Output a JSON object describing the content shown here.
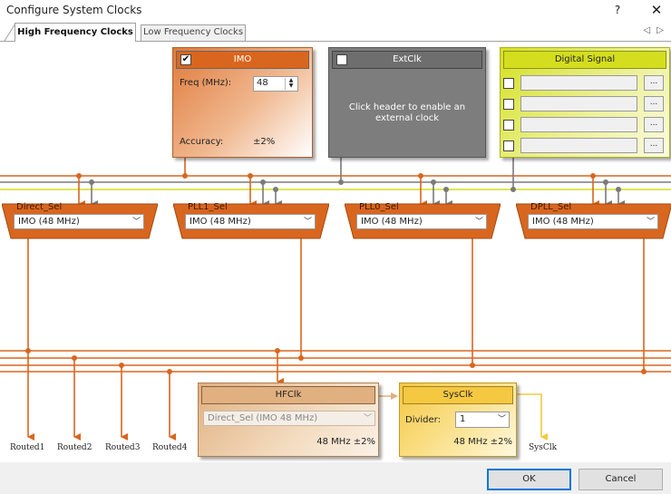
{
  "window": {
    "title": "Configure System Clocks",
    "help": "?",
    "close": "✕"
  },
  "tabs": [
    {
      "label": "High Frequency Clocks",
      "active": true
    },
    {
      "label": "Low Frequency Clocks",
      "active": false
    }
  ],
  "tab_scroll": "◁ ▷",
  "imo": {
    "title": "IMO",
    "checked": true,
    "check_mark": "✔",
    "freq_label": "Freq (MHz):",
    "freq_value": "48",
    "accuracy_label": "Accuracy:",
    "accuracy_value": "±2%"
  },
  "extclk": {
    "title": "ExtClk",
    "checked": false,
    "message_line1": "Click header to enable an",
    "message_line2": "external clock"
  },
  "digital_signal": {
    "title": "Digital Signal",
    "rows": 4,
    "browse_label": "..."
  },
  "muxes": [
    {
      "title": "Direct_Sel",
      "value": "IMO (48 MHz)"
    },
    {
      "title": "PLL1_Sel",
      "value": "IMO (48 MHz)"
    },
    {
      "title": "PLL0_Sel",
      "value": "IMO (48 MHz)"
    },
    {
      "title": "DPLL_Sel",
      "value": "IMO (48 MHz)"
    }
  ],
  "hfclk": {
    "title": "HFClk",
    "source": "Direct_Sel (IMO 48 MHz)",
    "freq": "48 MHz ±2%"
  },
  "sysclk": {
    "title": "SysClk",
    "divider_label": "Divider:",
    "divider_value": "1",
    "freq": "48 MHz ±2%",
    "output_label": "SysClk"
  },
  "routed": [
    "Routed1",
    "Routed2",
    "Routed3",
    "Routed4"
  ],
  "buttons": {
    "ok": "OK",
    "cancel": "Cancel"
  },
  "colors": {
    "orange": "#d9661f",
    "gray_line": "#7a7a7a",
    "yellow_line": "#d4de1f",
    "sysclk_yellow": "#f5c842"
  }
}
